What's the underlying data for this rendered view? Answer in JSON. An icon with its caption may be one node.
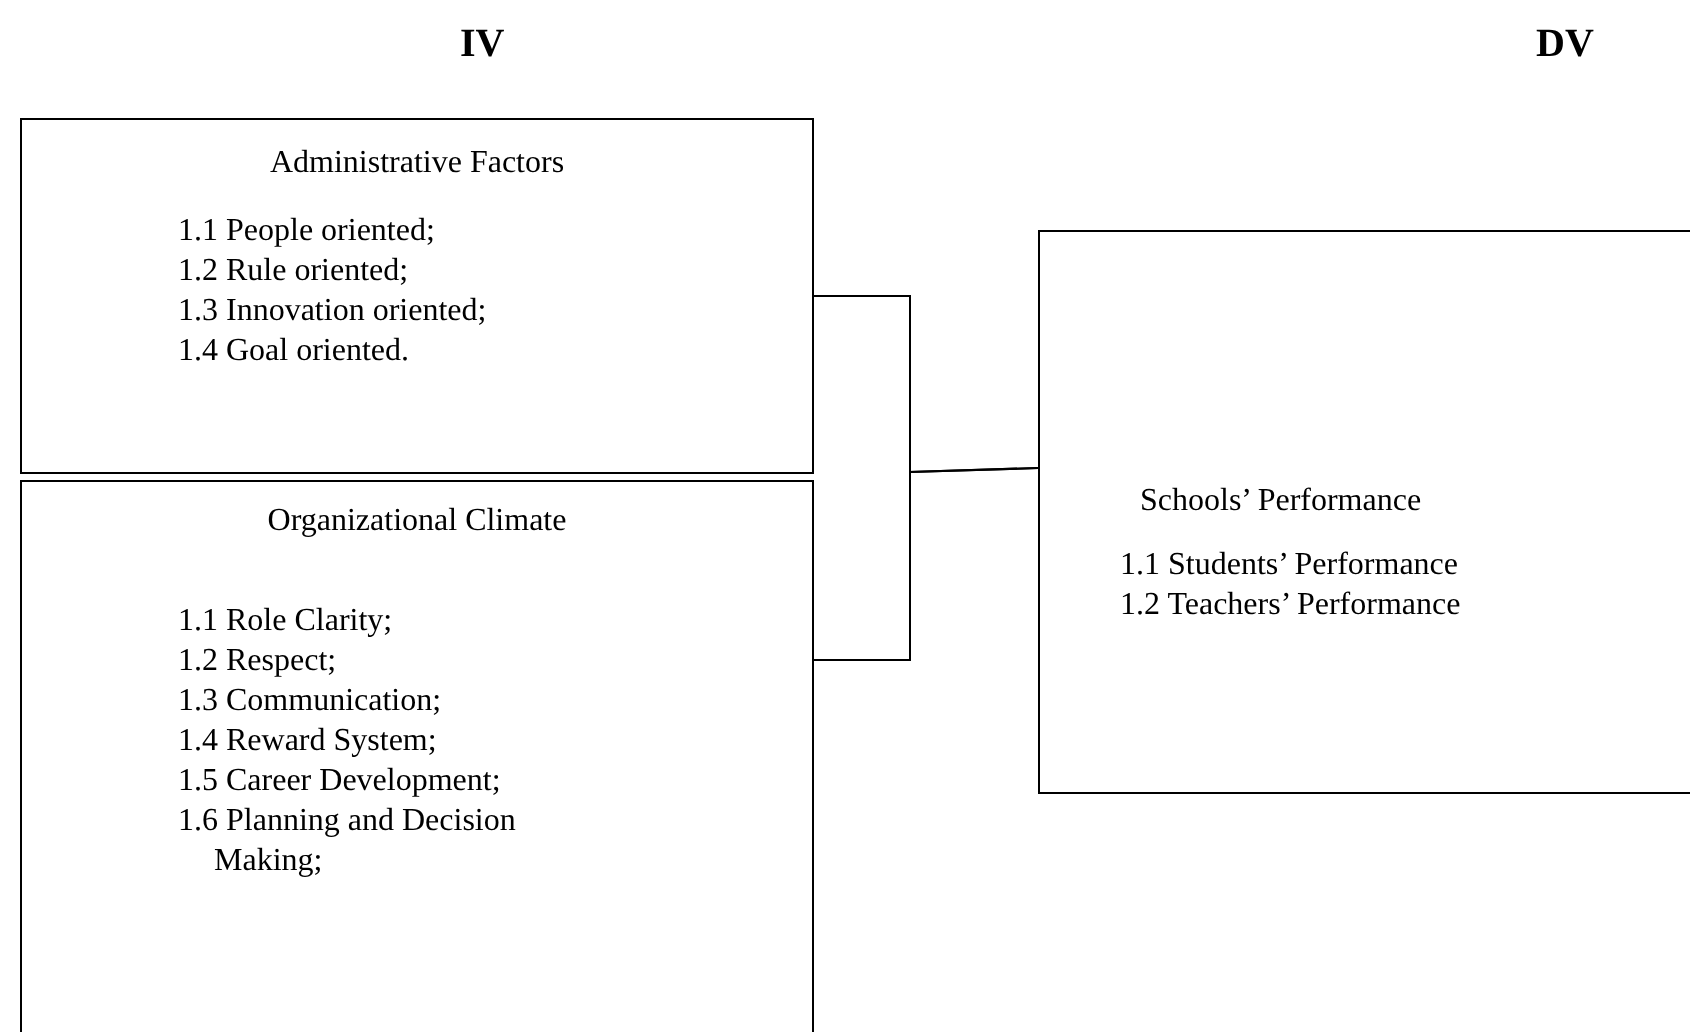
{
  "diagram": {
    "nodes": [
      {
        "text": [
          "Administrative Factors",
          "1.1 People oriented;",
          "1.2 Rule oriented;",
          "1.3 Innovation oriented;",
          "1.4 Goal oriented."
        ]
      },
      {
        "text": [
          "Organizational Climate",
          "1.1 Role Clarity;",
          "1.2 Respect;",
          "1.3 Communication;",
          "1.4 Reward System;",
          "1.5 Career Development;",
          "1.6 Planning and Decision Making;"
        ]
      },
      {
        "text": [
          "Schools’ Performance",
          "1.1 Students’ Performance",
          "1.2 Teachers’ Performance"
        ]
      }
    ],
    "edges": [
      {
        "from": 0,
        "to": 2,
        "arrow": "none"
      },
      {
        "from": 1,
        "to": 2,
        "arrow": "none"
      }
    ],
    "labels": [
      "IV",
      "DV"
    ]
  }
}
